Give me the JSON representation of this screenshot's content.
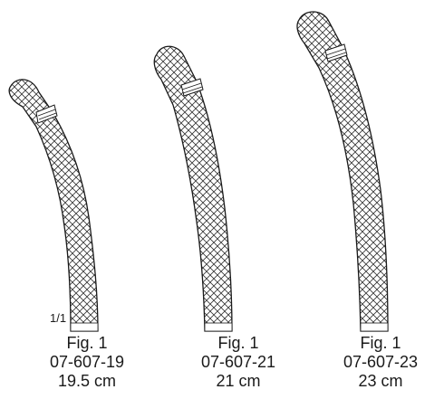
{
  "scale_label": "1/1",
  "instruments": [
    {
      "fig": "Fig. 1",
      "code": "07-607-19",
      "length": "19.5 cm"
    },
    {
      "fig": "Fig. 1",
      "code": "07-607-21",
      "length": "21 cm"
    },
    {
      "fig": "Fig. 1",
      "code": "07-607-23",
      "length": "23 cm"
    }
  ],
  "colors": {
    "line": "#1a1a1a",
    "background": "#ffffff"
  }
}
